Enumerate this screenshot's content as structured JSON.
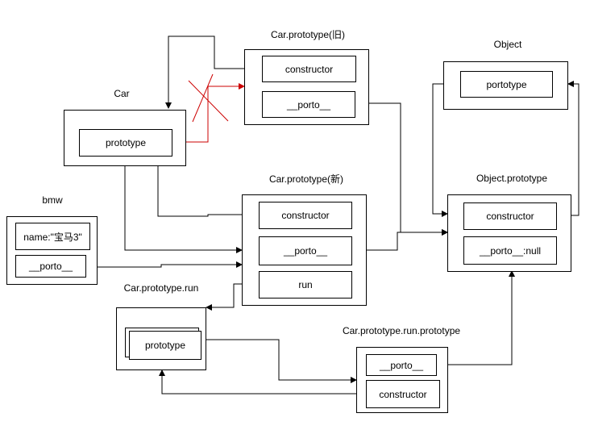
{
  "titles": {
    "car": "Car",
    "car_proto_old": "Car.prototype(旧)",
    "object": "Object",
    "car_proto_new": "Car.prototype(新)",
    "object_prototype": "Object.prototype",
    "bmw": "bmw",
    "car_proto_run": "Car.prototype.run",
    "car_proto_run_proto": "Car.prototype.run.prototype"
  },
  "slots": {
    "car_prototype": "prototype",
    "old_constructor": "constructor",
    "old_porto": "__porto__",
    "object_portotype": "portotype",
    "new_constructor": "constructor",
    "new_porto": "__porto__",
    "new_run": "run",
    "objproto_constructor": "constructor",
    "objproto_porto": "__porto__:null",
    "bmw_name": "name:\"宝马3\"",
    "bmw_porto": "__porto__",
    "run_prototype": "prototype",
    "runproto_porto": "__porto__",
    "runproto_constructor": "constructor"
  },
  "colors": {
    "line": "#000000",
    "removed_link": "#cc0000"
  }
}
